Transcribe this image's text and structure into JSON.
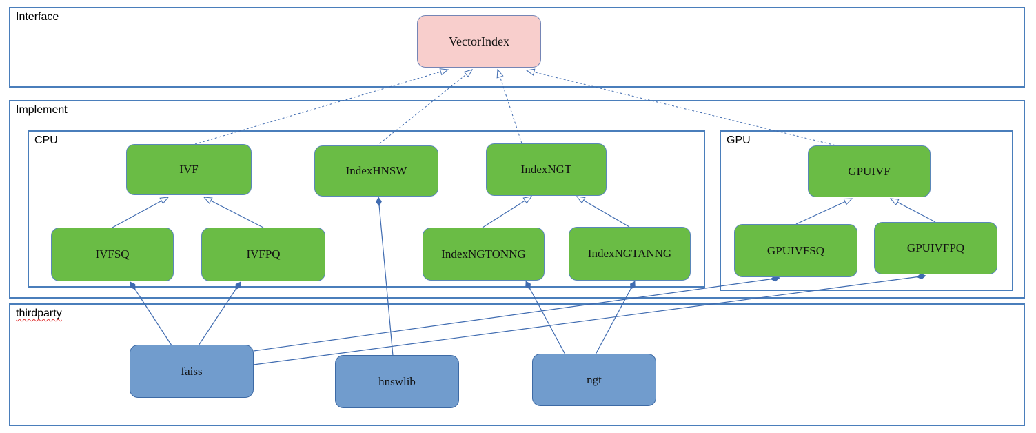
{
  "diagram": {
    "containers": {
      "interface": {
        "label": "Interface"
      },
      "implement": {
        "label": "Implement"
      },
      "cpu": {
        "label": "CPU"
      },
      "gpu": {
        "label": "GPU"
      },
      "thirdparty": {
        "label": "thirdparty"
      }
    },
    "nodes": {
      "vectorindex": {
        "label": "VectorIndex",
        "kind": "interface",
        "fill": "#f8cecc"
      },
      "ivf": {
        "label": "IVF",
        "kind": "cpu-class",
        "fill": "#6abc45"
      },
      "indexhnsw": {
        "label": "IndexHNSW",
        "kind": "cpu-class",
        "fill": "#6abc45"
      },
      "indexngt": {
        "label": "IndexNGT",
        "kind": "cpu-class",
        "fill": "#6abc45"
      },
      "ivfsq": {
        "label": "IVFSQ",
        "kind": "cpu-class",
        "fill": "#6abc45"
      },
      "ivfpq": {
        "label": "IVFPQ",
        "kind": "cpu-class",
        "fill": "#6abc45"
      },
      "indexngtonng": {
        "label": "IndexNGTONNG",
        "kind": "cpu-class",
        "fill": "#6abc45"
      },
      "indexngtanng": {
        "label": "IndexNGTANNG",
        "kind": "cpu-class",
        "fill": "#6abc45"
      },
      "gpuivf": {
        "label": "GPUIVF",
        "kind": "gpu-class",
        "fill": "#6abc45"
      },
      "gpuivfsq": {
        "label": "GPUIVFSQ",
        "kind": "gpu-class",
        "fill": "#6abc45"
      },
      "gpuivfpq": {
        "label": "GPUIVFPQ",
        "kind": "gpu-class",
        "fill": "#6abc45"
      },
      "faiss": {
        "label": "faiss",
        "kind": "thirdparty-lib",
        "fill": "#719ccd"
      },
      "hnswlib": {
        "label": "hnswlib",
        "kind": "thirdparty-lib",
        "fill": "#719ccd"
      },
      "ngt": {
        "label": "ngt",
        "kind": "thirdparty-lib",
        "fill": "#719ccd"
      }
    },
    "edges": [
      {
        "from": "ivf",
        "to": "vectorindex",
        "relation": "realization",
        "style": "dashed-hollow-arrow"
      },
      {
        "from": "indexhnsw",
        "to": "vectorindex",
        "relation": "realization",
        "style": "dashed-hollow-arrow"
      },
      {
        "from": "indexngt",
        "to": "vectorindex",
        "relation": "realization",
        "style": "dashed-hollow-arrow"
      },
      {
        "from": "gpuivf",
        "to": "vectorindex",
        "relation": "realization",
        "style": "dashed-hollow-arrow"
      },
      {
        "from": "ivfsq",
        "to": "ivf",
        "relation": "generalization",
        "style": "solid-hollow-arrow"
      },
      {
        "from": "ivfpq",
        "to": "ivf",
        "relation": "generalization",
        "style": "solid-hollow-arrow"
      },
      {
        "from": "indexngtonng",
        "to": "indexngt",
        "relation": "generalization",
        "style": "solid-hollow-arrow"
      },
      {
        "from": "indexngtanng",
        "to": "indexngt",
        "relation": "generalization",
        "style": "solid-hollow-arrow"
      },
      {
        "from": "gpuivfsq",
        "to": "gpuivf",
        "relation": "generalization",
        "style": "solid-hollow-arrow"
      },
      {
        "from": "gpuivfpq",
        "to": "gpuivf",
        "relation": "generalization",
        "style": "solid-hollow-arrow"
      },
      {
        "from": "faiss",
        "to": "ivfsq",
        "relation": "composition",
        "style": "solid-filled-diamond"
      },
      {
        "from": "faiss",
        "to": "ivfpq",
        "relation": "composition",
        "style": "solid-filled-diamond"
      },
      {
        "from": "hnswlib",
        "to": "indexhnsw",
        "relation": "composition",
        "style": "solid-filled-diamond"
      },
      {
        "from": "ngt",
        "to": "indexngtonng",
        "relation": "composition",
        "style": "solid-filled-diamond"
      },
      {
        "from": "ngt",
        "to": "indexngtanng",
        "relation": "composition",
        "style": "solid-filled-diamond"
      },
      {
        "from": "faiss",
        "to": "gpuivfsq",
        "relation": "composition",
        "style": "solid-filled-diamond"
      },
      {
        "from": "faiss",
        "to": "gpuivfpq",
        "relation": "composition",
        "style": "solid-filled-diamond"
      }
    ],
    "colors": {
      "class_green": "#6abc45",
      "thirdparty_blue": "#719ccd",
      "interface_pink": "#f8cecc",
      "edge_blue": "#3f6bb0",
      "container_border_blue": "#4a7ebb",
      "spellcheck_red": "#e03030"
    }
  }
}
